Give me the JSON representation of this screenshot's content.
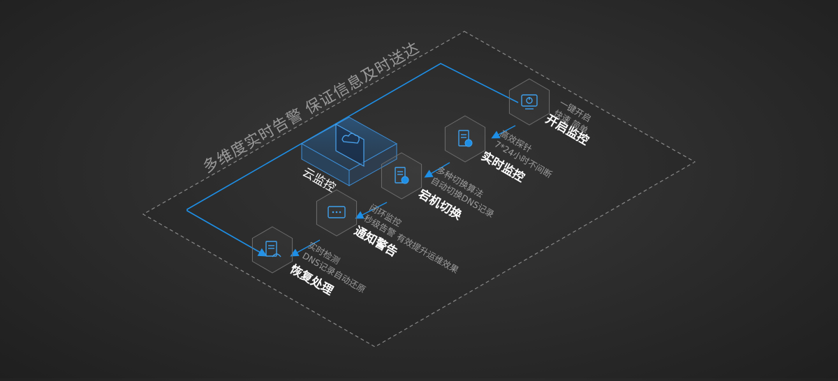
{
  "headline": "多维度实时告警 保证信息及时送达",
  "colors": {
    "accent": "#1e8fe6",
    "text_light": "#ffffff",
    "text_muted": "#9c9c9c",
    "plane_border": "#8a8a8a"
  },
  "cloud": {
    "label": "云监控",
    "icon": "cloud-icon"
  },
  "steps": [
    {
      "title": "开启监控",
      "lines": [
        "一键开启",
        "快速 简单"
      ],
      "icon": "monitor-power-icon"
    },
    {
      "title": "实时监控",
      "lines": [
        "高效探针",
        "7*24小时不间断"
      ],
      "icon": "server-probe-icon"
    },
    {
      "title": "宕机切换",
      "lines": [
        "多种切换算法",
        "自动切换DNS记录"
      ],
      "icon": "server-switch-icon"
    },
    {
      "title": "通知警告",
      "lines": [
        "闭环监控",
        "秒级告警 有效提升运维效果"
      ],
      "icon": "message-alert-icon"
    },
    {
      "title": "恢复处理",
      "lines": [
        "实时检测",
        "DNS记录自动还原"
      ],
      "icon": "document-restore-icon"
    }
  ]
}
